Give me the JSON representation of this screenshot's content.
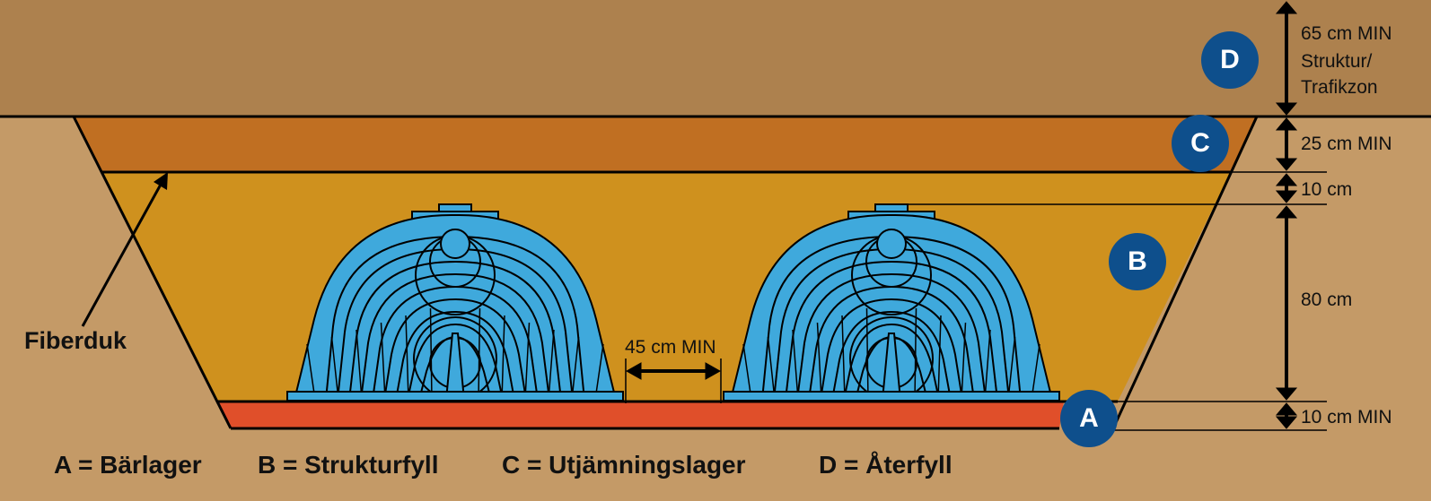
{
  "colors": {
    "backfill": "#ad814e",
    "soil": "#c49a67",
    "leveling": "#c06f22",
    "structural": "#cf911e",
    "bedding": "#e04f2a",
    "chamber": "#3fa9dc",
    "badge": "#0e4f8c"
  },
  "badges": {
    "a": "A",
    "b": "B",
    "c": "C",
    "d": "D"
  },
  "dimensions": {
    "d_depth": "65 cm MIN",
    "d_zone_line1": "Struktur/",
    "d_zone_line2": "Trafikzon",
    "c_depth": "25 cm MIN",
    "cover": "10 cm",
    "chamber_height": "80 cm",
    "a_depth": "10 cm MIN",
    "spacing": "45 cm MIN"
  },
  "fabric_label": "Fiberduk",
  "legend": [
    "A = Bärlager",
    "B = Strukturfyll",
    "C = Utjämningslager",
    "D = Återfyll"
  ]
}
